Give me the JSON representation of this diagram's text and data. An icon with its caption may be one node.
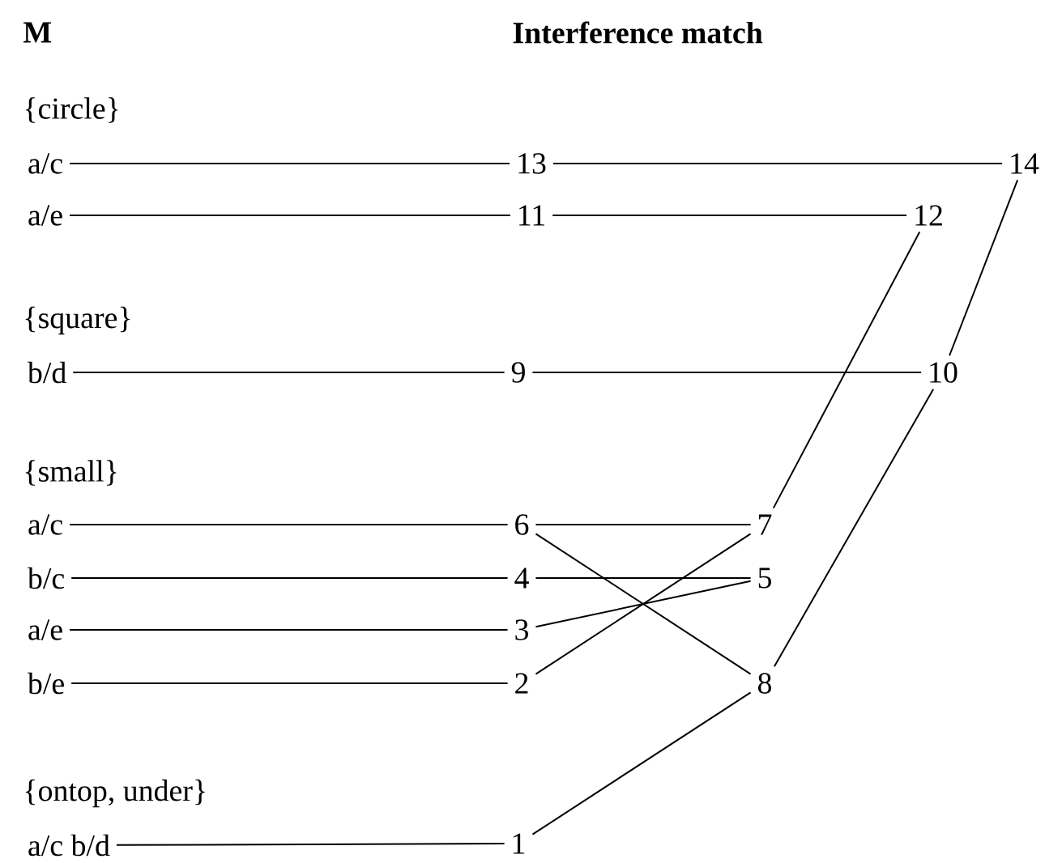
{
  "diagram": {
    "nodes": [
      {
        "text": [
          "a/c"
        ]
      },
      {
        "text": [
          "13"
        ]
      },
      {
        "text": [
          "14"
        ]
      },
      {
        "text": [
          "a/e"
        ]
      },
      {
        "text": [
          "11"
        ]
      },
      {
        "text": [
          "12"
        ]
      },
      {
        "text": [
          "b/d"
        ]
      },
      {
        "text": [
          "9"
        ]
      },
      {
        "text": [
          "10"
        ]
      },
      {
        "text": [
          "a/c"
        ]
      },
      {
        "text": [
          "6"
        ]
      },
      {
        "text": [
          "7"
        ]
      },
      {
        "text": [
          "b/c"
        ]
      },
      {
        "text": [
          "4"
        ]
      },
      {
        "text": [
          "5"
        ]
      },
      {
        "text": [
          "a/e"
        ]
      },
      {
        "text": [
          "3"
        ]
      },
      {
        "text": [
          "b/e"
        ]
      },
      {
        "text": [
          "2"
        ]
      },
      {
        "text": [
          "8"
        ]
      },
      {
        "text": [
          "a/c b/d"
        ]
      },
      {
        "text": [
          "1"
        ]
      }
    ],
    "edges": [
      {
        "from": 0,
        "to": 1,
        "arrow": "none"
      },
      {
        "from": 1,
        "to": 2,
        "arrow": "none"
      },
      {
        "from": 3,
        "to": 4,
        "arrow": "none"
      },
      {
        "from": 4,
        "to": 5,
        "arrow": "none"
      },
      {
        "from": 6,
        "to": 7,
        "arrow": "none"
      },
      {
        "from": 7,
        "to": 8,
        "arrow": "none"
      },
      {
        "from": 9,
        "to": 10,
        "arrow": "none"
      },
      {
        "from": 10,
        "to": 11,
        "arrow": "none"
      },
      {
        "from": 10,
        "to": 19,
        "arrow": "none"
      },
      {
        "from": 12,
        "to": 13,
        "arrow": "none"
      },
      {
        "from": 13,
        "to": 14,
        "arrow": "none"
      },
      {
        "from": 15,
        "to": 16,
        "arrow": "none"
      },
      {
        "from": 16,
        "to": 14,
        "arrow": "none"
      },
      {
        "from": 17,
        "to": 18,
        "arrow": "none"
      },
      {
        "from": 18,
        "to": 11,
        "arrow": "none"
      },
      {
        "from": 11,
        "to": 5,
        "arrow": "none"
      },
      {
        "from": 19,
        "to": 8,
        "arrow": "none"
      },
      {
        "from": 8,
        "to": 2,
        "arrow": "none"
      },
      {
        "from": 21,
        "to": 19,
        "arrow": "none"
      },
      {
        "from": 20,
        "to": 21,
        "arrow": "none"
      }
    ],
    "labels": [
      "M",
      "Interference match",
      "{circle}",
      "{square}",
      "{small}",
      "{ontop, under}"
    ]
  }
}
